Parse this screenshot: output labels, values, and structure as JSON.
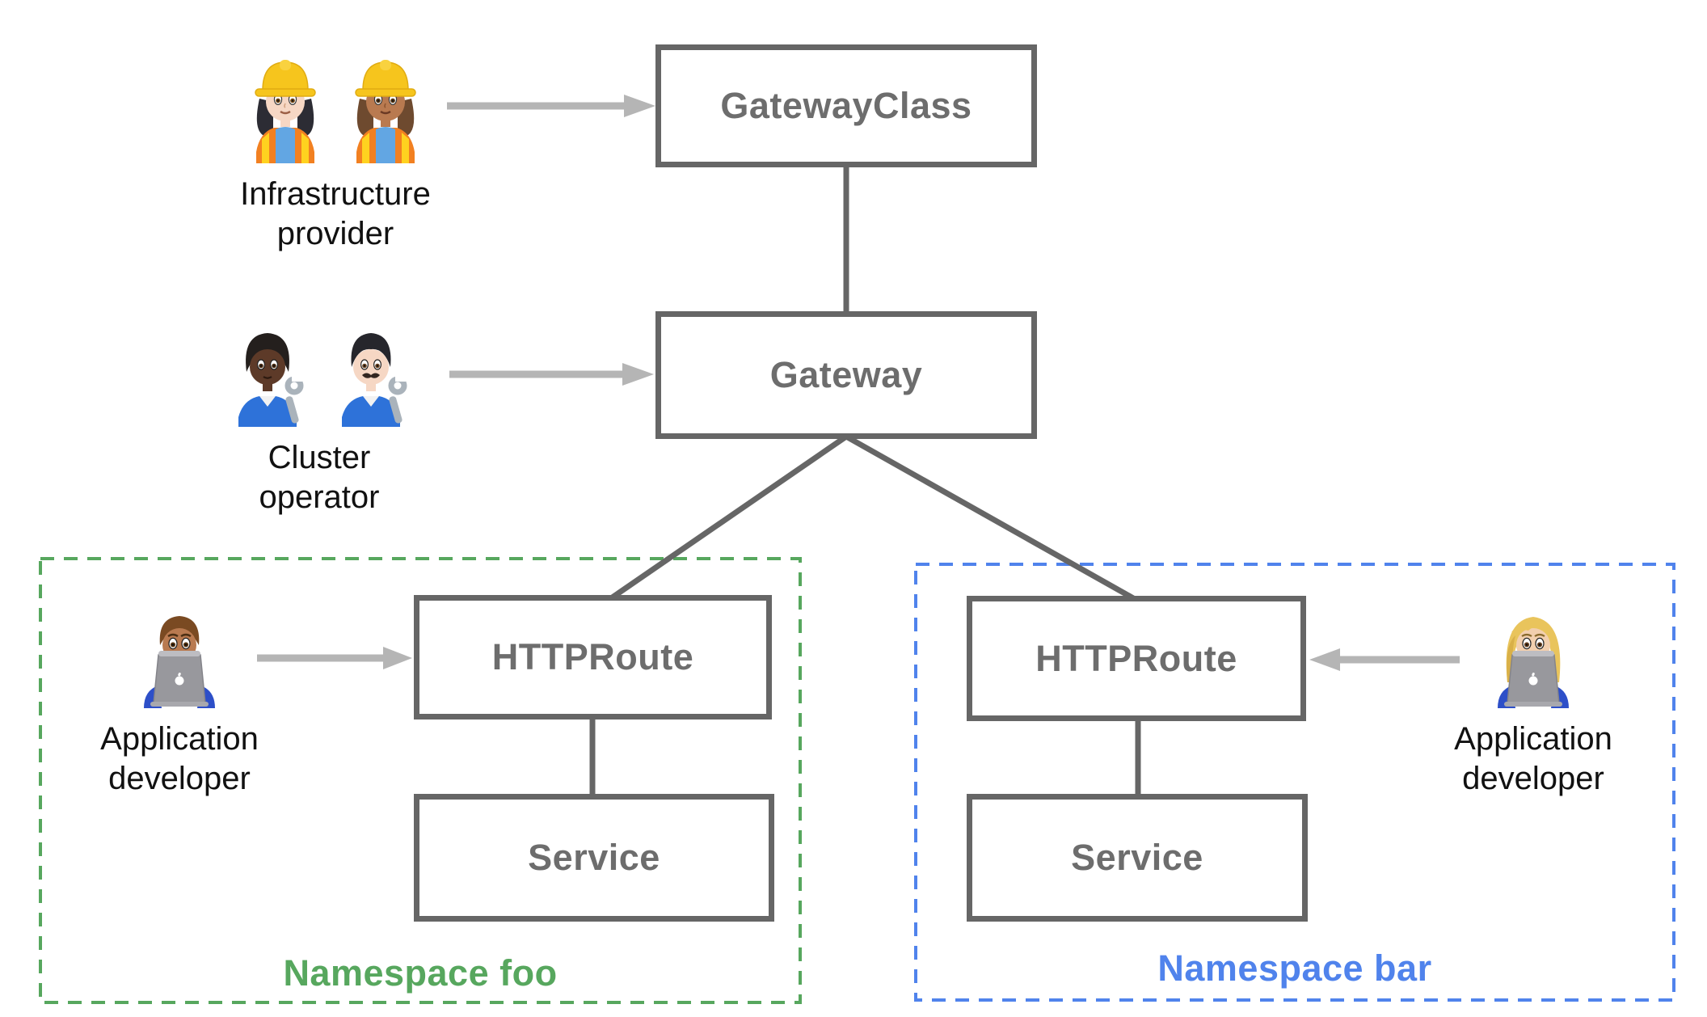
{
  "colors": {
    "line": "#666666",
    "node_text": "#6d6d6d",
    "arrow": "#b5b5b5",
    "label_text": "#111111",
    "namespace_foo": "#57a75e",
    "namespace_bar": "#5083ec"
  },
  "nodes": {
    "gateway_class": {
      "label": "GatewayClass"
    },
    "gateway": {
      "label": "Gateway"
    },
    "httproute_foo": {
      "label": "HTTPRoute"
    },
    "service_foo": {
      "label": "Service"
    },
    "httproute_bar": {
      "label": "HTTPRoute"
    },
    "service_bar": {
      "label": "Service"
    }
  },
  "namespaces": {
    "foo": {
      "label": "Namespace foo"
    },
    "bar": {
      "label": "Namespace bar"
    }
  },
  "personas": {
    "infrastructure_provider": {
      "label": "Infrastructure provider",
      "icons": [
        "woman-construction-worker-light-icon",
        "woman-construction-worker-medium-icon"
      ]
    },
    "cluster_operator": {
      "label": "Cluster operator",
      "icons": [
        "mechanic-dark-icon",
        "man-mechanic-light-icon"
      ]
    },
    "app_developer_foo": {
      "label": "Application developer",
      "icons": [
        "man-technologist-icon"
      ]
    },
    "app_developer_bar": {
      "label": "Application developer",
      "icons": [
        "woman-technologist-icon"
      ]
    }
  }
}
